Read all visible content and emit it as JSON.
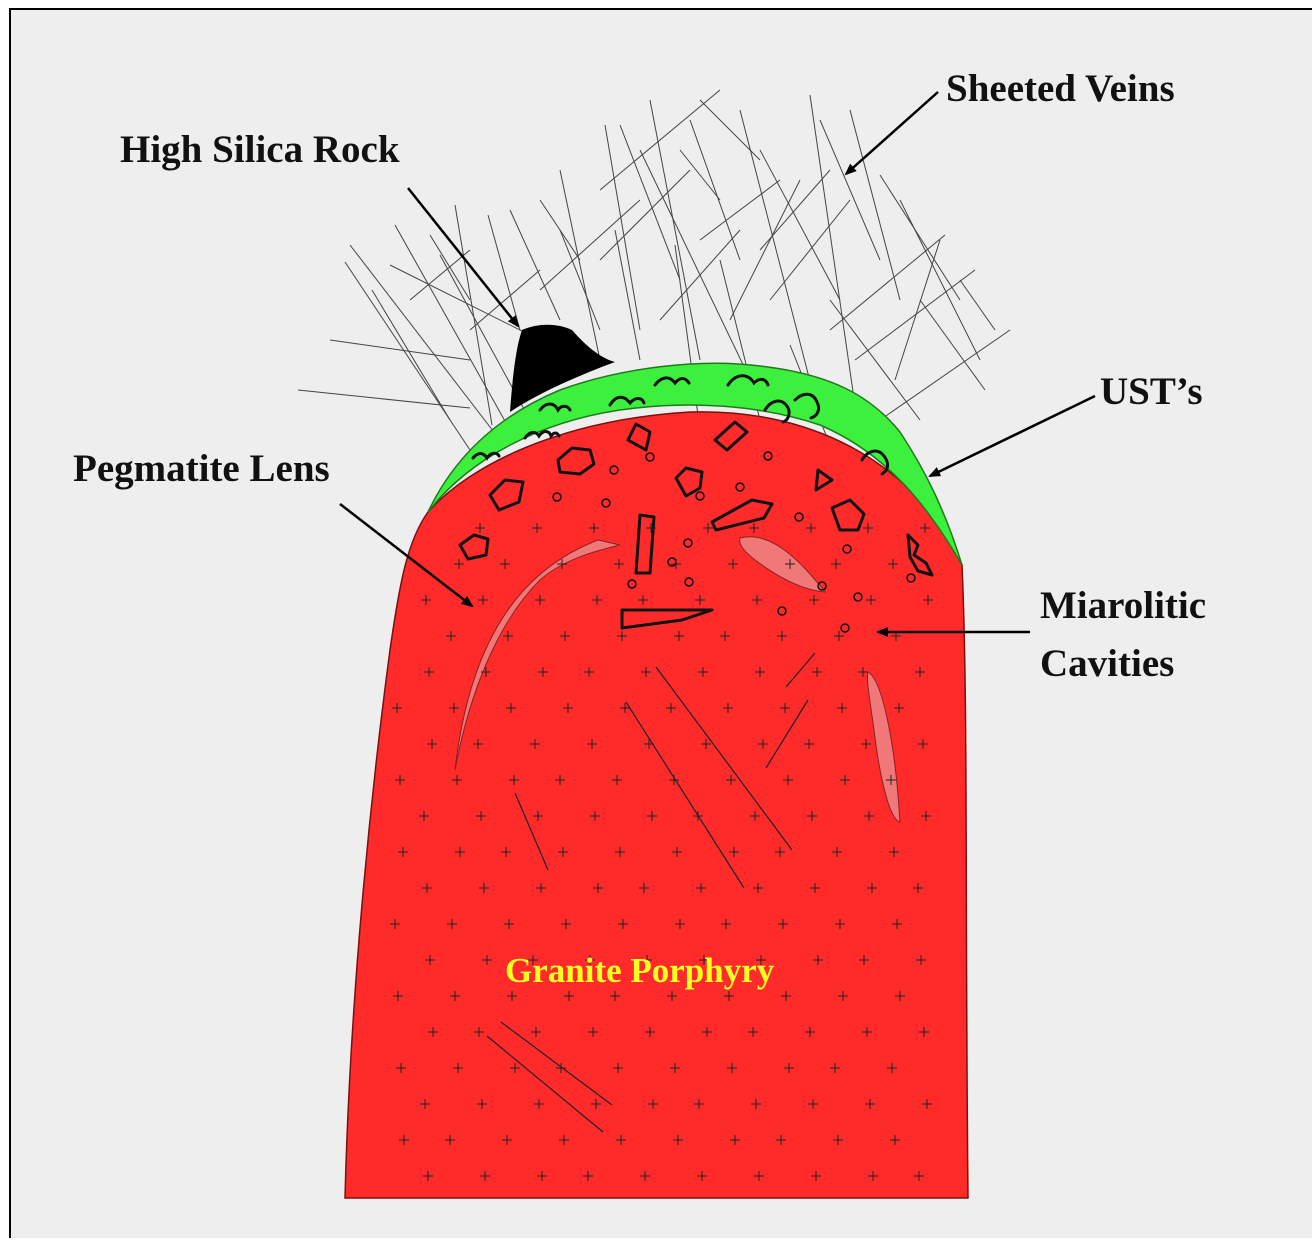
{
  "labels": {
    "sheeted_veins": "Sheeted Veins",
    "high_silica_rock": "High Silica Rock",
    "usts": "UST’s",
    "pegmatite_lens": "Pegmatite Lens",
    "miarolitic_line1": "Miarolitic",
    "miarolitic_line2": "Cavities",
    "granite_porphyry": "Granite Porphyry"
  },
  "colors": {
    "background": "#eeeeee",
    "granite": "#ff2a2a",
    "ust_zone": "#3df03d",
    "pegmatite": "#f07878",
    "high_silica": "#000000",
    "granite_label": "#ffff22"
  }
}
